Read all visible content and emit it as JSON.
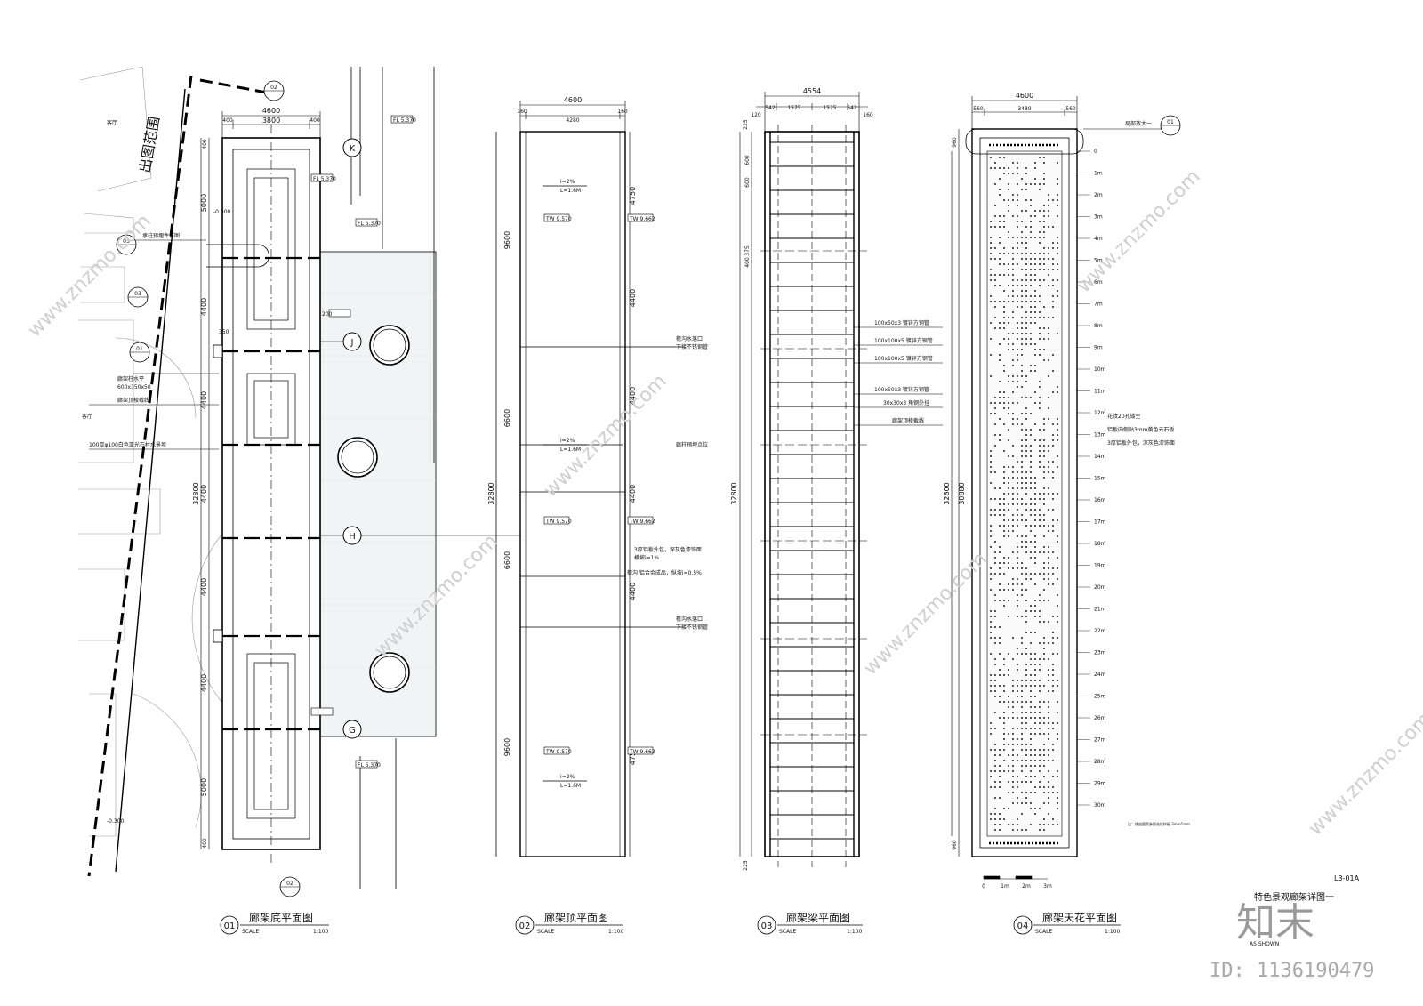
{
  "sheet": {
    "code": "L3-01A",
    "scale_note": "AS SHOWN",
    "sheet_title": "特色景观廊架详图一",
    "watermark_brand": "知末",
    "watermark_site": "www.znzmo.com",
    "watermark_id": "ID: 1136190479"
  },
  "views": [
    {
      "num": "01",
      "title": "廊架底平面图",
      "scale_label": "SCALE",
      "scale": "1:100"
    },
    {
      "num": "02",
      "title": "廊架顶平面图",
      "scale_label": "SCALE",
      "scale": "1:100"
    },
    {
      "num": "03",
      "title": "廊架梁平面图",
      "scale_label": "SCALE",
      "scale": "1:100"
    },
    {
      "num": "04",
      "title": "廊架天花平面图",
      "scale_label": "SCALE",
      "scale": "1:100"
    }
  ],
  "plan01": {
    "overall_width": "4600",
    "inner_width": "3800",
    "side_offsets": [
      "400",
      "400"
    ],
    "segments": [
      "400",
      "5000",
      "4400",
      "4400",
      "4400",
      "4400",
      "4400",
      "5000",
      "400"
    ],
    "total_length": "32800",
    "axis_labels": [
      "K",
      "J",
      "H",
      "G"
    ],
    "boundary_label": "出图范围",
    "levels": [
      "FL 5.370",
      "FL 5.370",
      "FL 5.370",
      "FL 5.370",
      "-0.300",
      "-0.300"
    ],
    "notes": [
      "承柱预埋件详图",
      "廊架柱水平",
      "600x350x50",
      "廊架顶棱截线",
      "100厚φ100白色亚光石材水景坝"
    ],
    "ref_tags": [
      "02",
      "03",
      "03",
      "01",
      "02"
    ],
    "room_labels": [
      "客厅",
      "客厅"
    ],
    "dim_350": "350",
    "dim_200": "200"
  },
  "plan02": {
    "overall_width": "4600",
    "inner_width": "4280",
    "edge": [
      "160",
      "160"
    ],
    "segments": [
      "4750",
      "4400",
      "4400",
      "4400",
      "4400",
      "4750"
    ],
    "left_segments": [
      "9600",
      "6600",
      "6600",
      "9600"
    ],
    "total_length": "32800",
    "slope_labels": [
      "i=2%",
      "L=1.6M",
      "i=2%",
      "L=1.6M",
      "i=2%",
      "L=1.6M"
    ],
    "elevation_tags": [
      "TW 9.570",
      "TW 9.662",
      "TW 9.570",
      "TW 9.662",
      "TW 9.570",
      "TW 9.662"
    ],
    "notes": [
      "檐沟水落口",
      "下接不锈钢管",
      "廊柱预埋点位",
      "3厚铝板外包，深灰色漆饰面",
      "横坡i=1%",
      "檐沟 铝合金成品，纵坡i=0.5%",
      "檐沟水落口",
      "下接不锈钢管"
    ]
  },
  "plan03": {
    "overall_width": "4554",
    "segments_top": [
      "542",
      "1575",
      "1575",
      "542"
    ],
    "edge": [
      "120",
      "160"
    ],
    "end_dims": [
      "225",
      "225"
    ],
    "bay_dims": [
      "375",
      "400",
      "600"
    ],
    "repeat_spacing": "600",
    "total_length": "32800",
    "notes": [
      "100x50x3 镀锌方钢管",
      "100x100x5 镀锌方钢管",
      "100x100x5 镀锌方钢管",
      "100x50x3 镀锌方钢管",
      "30x30x3 角钢外挂",
      "廊架顶棱截线"
    ]
  },
  "plan04": {
    "overall_width": "4600",
    "segments_top": [
      "560",
      "3480",
      "560"
    ],
    "end_dims": [
      "960",
      "960"
    ],
    "total_length": "32800",
    "inner_length": "30880",
    "detail_callout": "局部放大一",
    "detail_tag": "01",
    "row_labels": [
      "0",
      "1m",
      "2m",
      "3m",
      "4m",
      "5m",
      "6m",
      "7m",
      "8m",
      "9m",
      "10m",
      "11m",
      "12m",
      "13m",
      "14m",
      "15m",
      "16m",
      "17m",
      "18m",
      "19m",
      "20m",
      "21m",
      "22m",
      "23m",
      "24m",
      "25m",
      "26m",
      "27m",
      "28m",
      "29m",
      "30m"
    ],
    "scale_marks": [
      "0",
      "1m",
      "2m",
      "3m"
    ],
    "notes": [
      "花纹20孔镂空",
      "铝板内侧贴3mm黄色云石板",
      "3厚铝板外包，深灰色漆饰面"
    ],
    "footnote": "注：镂空图案参照花纹样板 3mm1mm"
  }
}
